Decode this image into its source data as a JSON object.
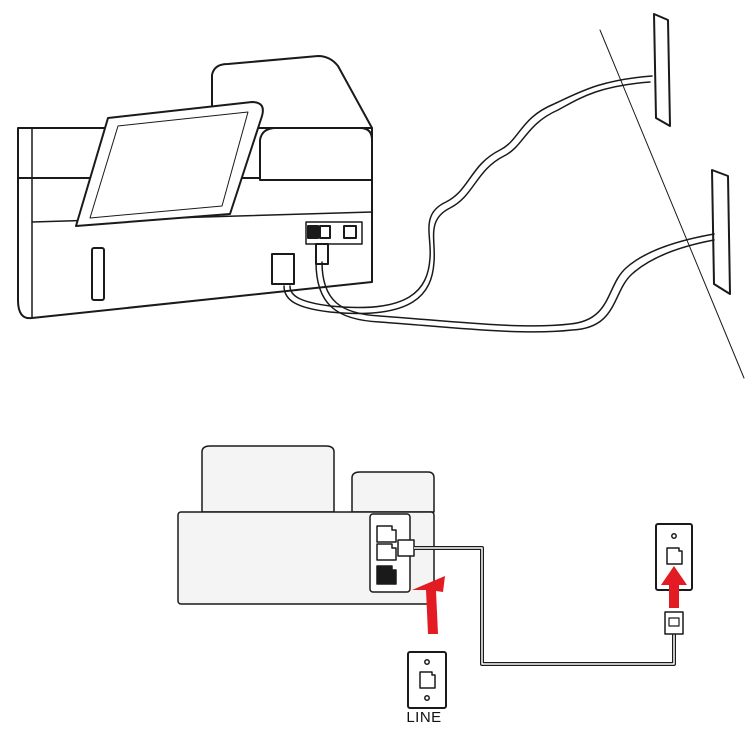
{
  "diagram": {
    "wall_jack_label": "LINE",
    "colors": {
      "stroke": "#1a1a1a",
      "fill_light": "#f4f4f4",
      "fill_mid": "#e8e8e8",
      "port_dark": "#1a1a1a",
      "arrow": "#e31b23"
    },
    "icons": [
      "printer-perspective-illustration",
      "wall-plate-icon",
      "phone-cable",
      "red-arrow-icon",
      "rj11-plug-icon"
    ]
  }
}
